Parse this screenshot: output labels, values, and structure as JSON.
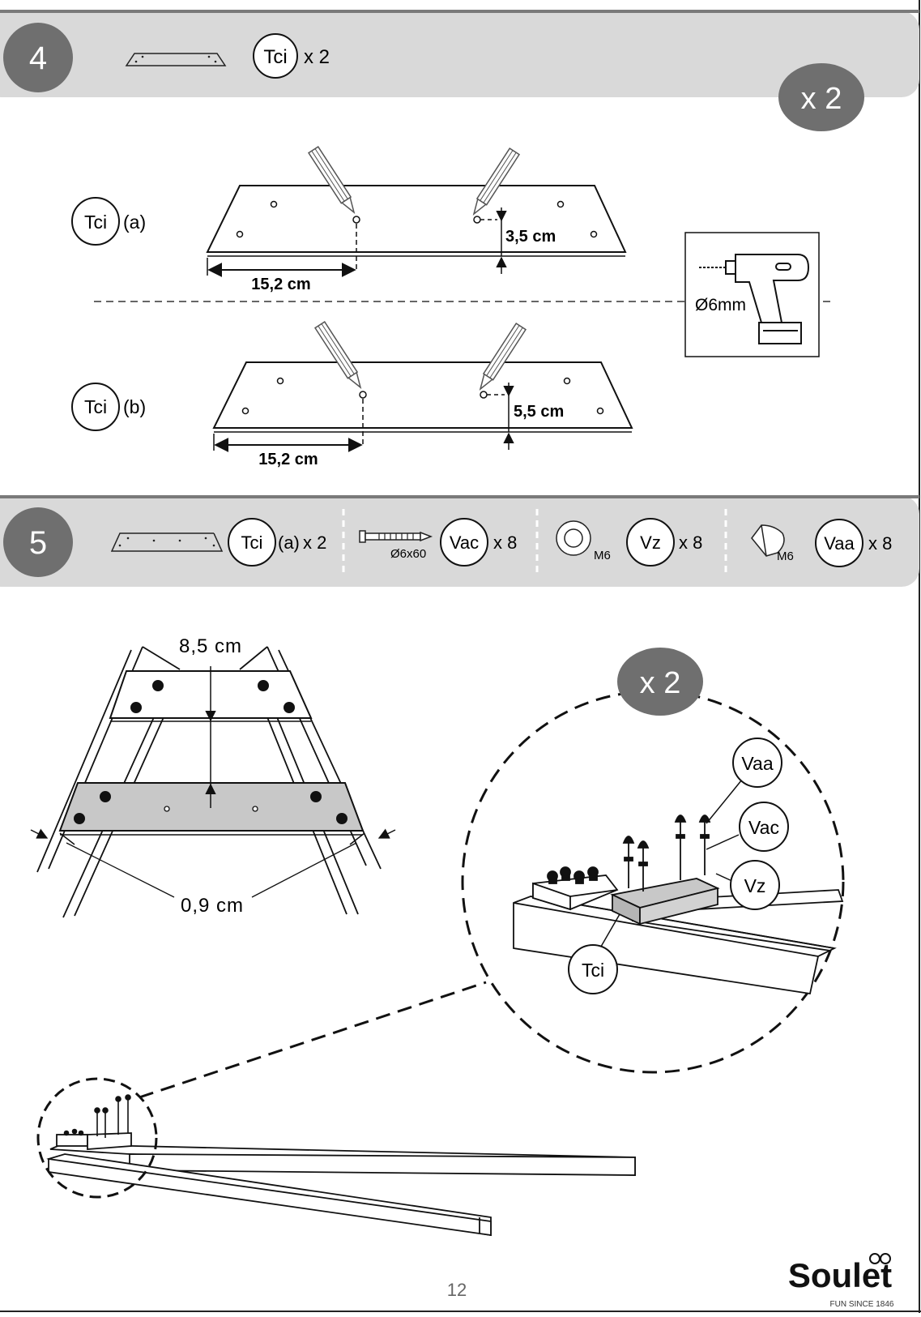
{
  "step4": {
    "number": "4",
    "part_label": "Tci",
    "part_qty": "x 2",
    "multiplier": "x 2",
    "board_a_label": "Tci",
    "board_a_suffix": "(a)",
    "board_b_label": "Tci",
    "board_b_suffix": "(b)",
    "a_dim_horizontal": "15,2 cm",
    "a_dim_vertical": "3,5 cm",
    "b_dim_horizontal": "15,2 cm",
    "b_dim_vertical": "5,5 cm",
    "drill_size": "Ø6mm"
  },
  "step5": {
    "number": "5",
    "parts": [
      {
        "label": "Tci",
        "suffix": "(a)",
        "qty": "x 2"
      },
      {
        "label": "Vac",
        "qty": "x 8",
        "note": "Ø6x60"
      },
      {
        "label": "Vz",
        "qty": "x 8",
        "note": "M6"
      },
      {
        "label": "Vaa",
        "qty": "x 8",
        "note": "M6"
      }
    ],
    "dim_top": "8,5 cm",
    "dim_side": "0,9 cm",
    "detail_multiplier": "x 2",
    "callouts": [
      "Vaa",
      "Vac",
      "Vz",
      "Tci"
    ]
  },
  "footer": {
    "page_number": "12",
    "brand": "Soulet",
    "tagline": "FUN SINCE 1846"
  }
}
